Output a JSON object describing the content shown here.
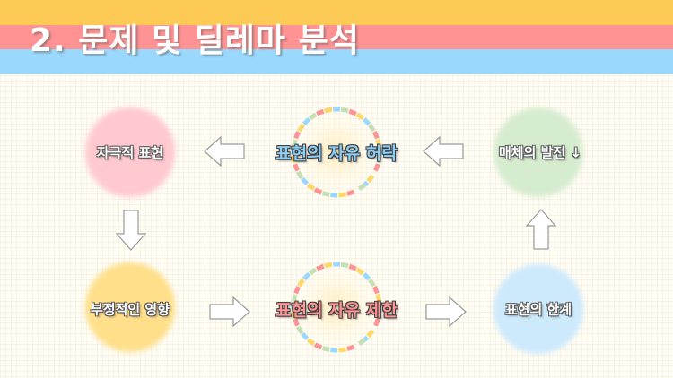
{
  "header": {
    "title": "2. 문제 및 딜레마 분석",
    "stripe_colors": [
      "#fdcb55",
      "#ff9292",
      "#9ad8fd"
    ]
  },
  "diagram": {
    "nodes": [
      {
        "id": "stimulating",
        "label": "자극적 표현",
        "color": "#ffc9cf"
      },
      {
        "id": "freedom_allowed",
        "label": "표현의 자유 허락",
        "style": "dashed-ring",
        "text_color": "#8fd0f8"
      },
      {
        "id": "media_dev",
        "label": "매체의 발전 ↓",
        "color": "#d6eccf"
      },
      {
        "id": "negative",
        "label": "부정적인 영향",
        "color": "#ffdf8a"
      },
      {
        "id": "freedom_limited",
        "label": "표현의 자유 제한",
        "style": "dashed-ring",
        "text_color": "#ff9494"
      },
      {
        "id": "limits",
        "label": "표현의 한계",
        "color": "#cde9fc"
      }
    ],
    "edges": [
      {
        "from": "media_dev",
        "to": "freedom_allowed",
        "direction": "left"
      },
      {
        "from": "freedom_allowed",
        "to": "stimulating",
        "direction": "left"
      },
      {
        "from": "stimulating",
        "to": "negative",
        "direction": "down"
      },
      {
        "from": "negative",
        "to": "freedom_limited",
        "direction": "right"
      },
      {
        "from": "freedom_limited",
        "to": "limits",
        "direction": "right"
      },
      {
        "from": "limits",
        "to": "media_dev",
        "direction": "up"
      }
    ],
    "dash_colors": [
      "#9ad8fd",
      "#fdd866",
      "#ff9292",
      "#c5e0b4"
    ]
  }
}
